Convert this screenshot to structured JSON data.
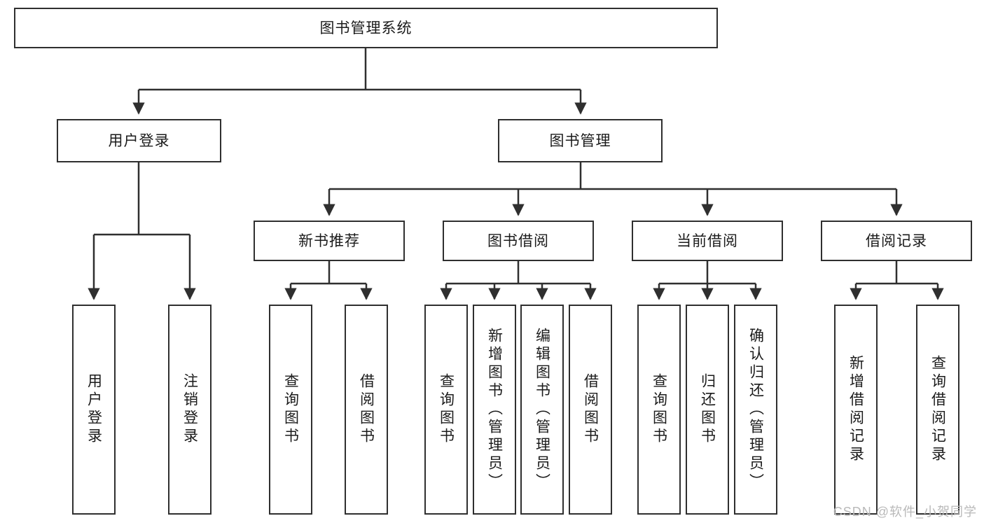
{
  "diagram": {
    "title": "图书管理系统",
    "watermark": "CSDN @软件_小贺同学",
    "accent_color": "#2f2f2f",
    "background_color": "#ffffff",
    "root": {
      "label": "图书管理系统"
    },
    "level2": [
      {
        "label": "用户登录"
      },
      {
        "label": "图书管理"
      }
    ],
    "level3": [
      {
        "label": "新书推荐"
      },
      {
        "label": "图书借阅"
      },
      {
        "label": "当前借阅"
      },
      {
        "label": "借阅记录"
      }
    ],
    "leaves": {
      "user_login": [
        {
          "label": "用户登录"
        },
        {
          "label": "注销登录"
        }
      ],
      "new_book": [
        {
          "label": "查询图书"
        },
        {
          "label": "借阅图书"
        }
      ],
      "borrow": [
        {
          "label": "查询图书"
        },
        {
          "label": "新增图书（管理员）"
        },
        {
          "label": "编辑图书（管理员）"
        },
        {
          "label": "借阅图书"
        }
      ],
      "current": [
        {
          "label": "查询图书"
        },
        {
          "label": "归还图书"
        },
        {
          "label": "确认归还（管理员）"
        }
      ],
      "records": [
        {
          "label": "新增借阅记录"
        },
        {
          "label": "查询借阅记录"
        }
      ]
    }
  }
}
